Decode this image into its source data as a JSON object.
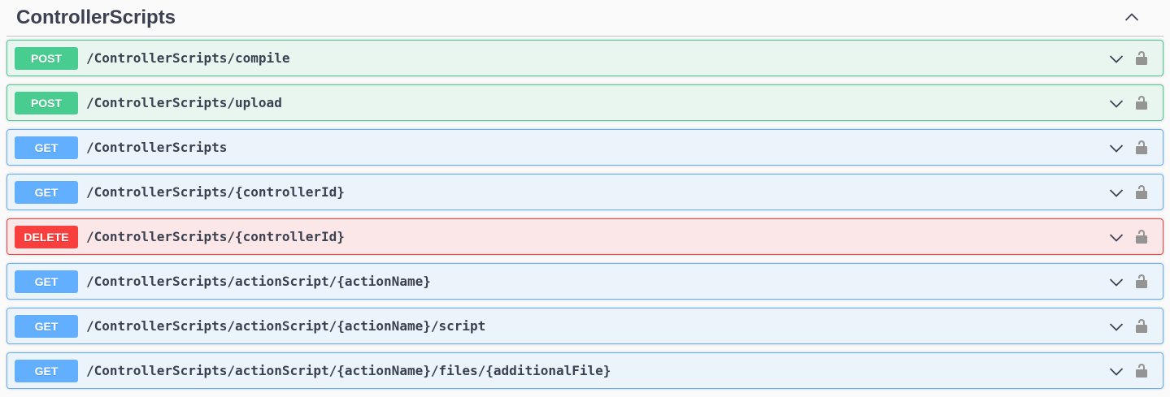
{
  "section": {
    "title": "ControllerScripts"
  },
  "methods": {
    "GET": {
      "accent": "#61affe",
      "background": "#ebf3fb"
    },
    "POST": {
      "accent": "#49cc90",
      "background": "#e8f6ef"
    },
    "DELETE": {
      "accent": "#f93e3e",
      "background": "#fbe7e7"
    }
  },
  "text_color": "#3b4151",
  "lock_color": "#949494",
  "operations": [
    {
      "method": "POST",
      "path": "/ControllerScripts/compile"
    },
    {
      "method": "POST",
      "path": "/ControllerScripts/upload"
    },
    {
      "method": "GET",
      "path": "/ControllerScripts"
    },
    {
      "method": "GET",
      "path": "/ControllerScripts/{controllerId}"
    },
    {
      "method": "DELETE",
      "path": "/ControllerScripts/{controllerId}"
    },
    {
      "method": "GET",
      "path": "/ControllerScripts/actionScript/{actionName}"
    },
    {
      "method": "GET",
      "path": "/ControllerScripts/actionScript/{actionName}/script"
    },
    {
      "method": "GET",
      "path": "/ControllerScripts/actionScript/{actionName}/files/{additionalFile}"
    }
  ],
  "icons": {
    "section_collapse": "chevron-up",
    "row_expand": "chevron-down",
    "row_auth": "unlocked-padlock"
  }
}
